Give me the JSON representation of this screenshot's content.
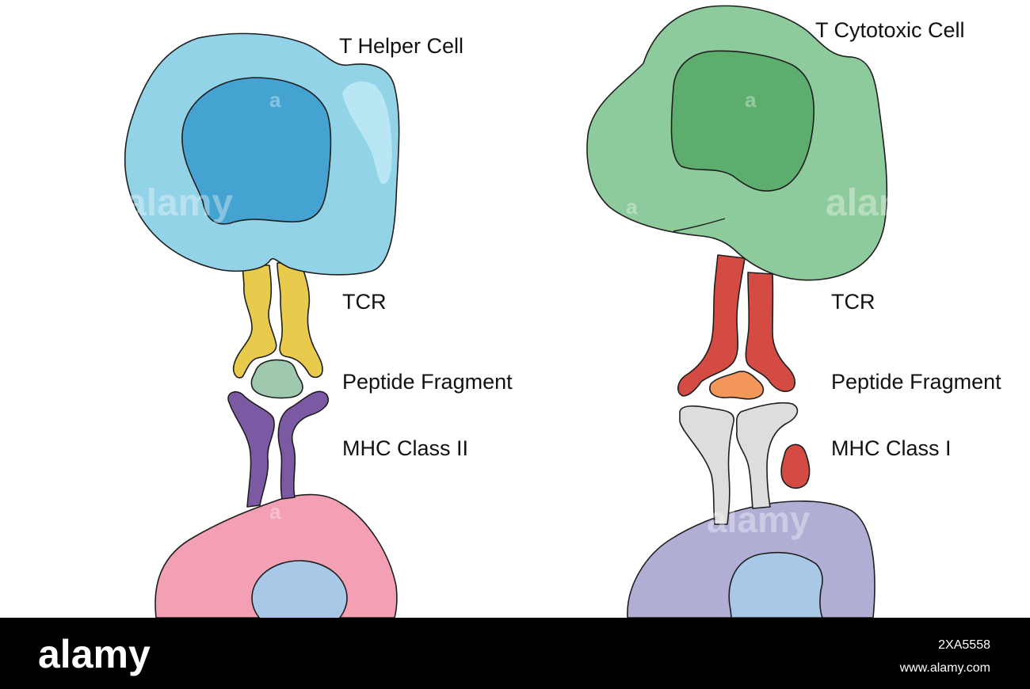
{
  "labels": {
    "t_helper_cell": "T Helper Cell",
    "t_cytotoxic_cell": "T Cytotoxic  Cell",
    "tcr_left": "TCR",
    "tcr_right": "TCR",
    "peptide_left": "Peptide Fragment",
    "peptide_right": "Peptide Fragment",
    "mhc_class_ii": "MHC Class II",
    "mhc_class_i": "MHC Class I"
  },
  "watermark": {
    "brand": "alamy",
    "letter": "a"
  },
  "footer": {
    "logo": "alamy",
    "image_id": "2XA5558",
    "site": "www.alamy.com"
  },
  "colors": {
    "t_helper_cell": "#92d3e7",
    "t_helper_nucleus": "#45a3d1",
    "t_cytotoxic_cell": "#8ecb9c",
    "t_cytotoxic_nucleus": "#5dae6e",
    "tcr_helper": "#e8cb4c",
    "tcr_cytotoxic": "#d34b43",
    "peptide_left": "#9fc9ae",
    "peptide_right": "#f2965a",
    "mhc_class_ii": "#7c5aa3",
    "mhc_class_i": "#dcdddd",
    "mhc_class_i_small": "#d34b43",
    "apc_left": "#f3a0b5",
    "apc_right": "#b1aed6",
    "apc_nucleus": "#a9c8e8",
    "footer_bg": "#000000"
  }
}
